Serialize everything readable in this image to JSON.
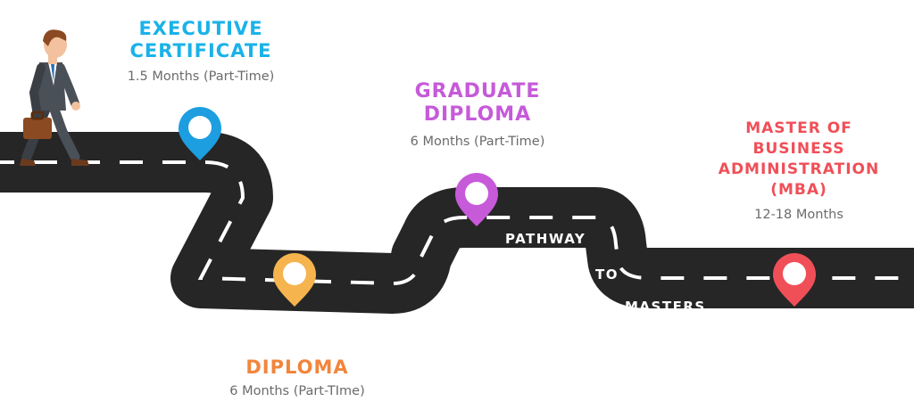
{
  "milestones": [
    {
      "title_lines": [
        "EXECUTIVE",
        "CERTIFICATE"
      ],
      "duration": "1.5 Months (Part-Time)",
      "color": "#1ab2e8"
    },
    {
      "title_lines": [
        "DIPLOMA"
      ],
      "duration": "6 Months (Part-TIme)",
      "color": "#f2853b"
    },
    {
      "title_lines": [
        "GRADUATE",
        "DIPLOMA"
      ],
      "duration": "6 Months (Part-Time)",
      "color": "#c65ad9"
    },
    {
      "title_lines": [
        "MASTER OF",
        "BUSINESS",
        "ADMINISTRATION",
        "(MBA)"
      ],
      "duration": "12-18 Months",
      "color": "#f04f58"
    }
  ],
  "pin_colors": {
    "executive_certificate": "#1d9ee0",
    "diploma": "#f6b44e",
    "graduate_diploma": "#c65ad9",
    "mba": "#f04f58"
  },
  "road_text": {
    "pathway": "PATHWAY",
    "to": "TO",
    "masters": "MASTERS"
  },
  "road_color": "#262626"
}
